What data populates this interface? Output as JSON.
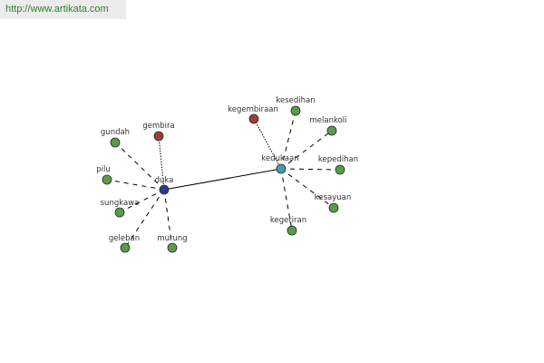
{
  "watermark": {
    "url": "http://www.artikata.com"
  },
  "colors": {
    "hub_primary": "#2e3a8c",
    "hub_secondary": "#4a9aa5",
    "synonym": "#5a9a4a",
    "antonym": "#9a3f3f",
    "edge": "#000000"
  },
  "hubs": [
    {
      "id": "duka",
      "label": "duka",
      "kind": "hub_primary"
    },
    {
      "id": "kedukaan",
      "label": "kedukaan",
      "kind": "hub_secondary"
    }
  ],
  "nodes": [
    {
      "id": "gundah",
      "label": "gundah",
      "kind": "synonym",
      "hub": "duka"
    },
    {
      "id": "gembira",
      "label": "gembira",
      "kind": "antonym",
      "hub": "duka"
    },
    {
      "id": "pilu",
      "label": "pilu",
      "kind": "synonym",
      "hub": "duka"
    },
    {
      "id": "sungkawa",
      "label": "sungkawa",
      "kind": "synonym",
      "hub": "duka"
    },
    {
      "id": "geleban",
      "label": "geleban",
      "kind": "synonym",
      "hub": "duka"
    },
    {
      "id": "murung",
      "label": "murung",
      "kind": "synonym",
      "hub": "duka"
    },
    {
      "id": "kesedihan",
      "label": "kesedihan",
      "kind": "synonym",
      "hub": "kedukaan"
    },
    {
      "id": "kegembiraan",
      "label": "kegembiraan",
      "kind": "antonym",
      "hub": "kedukaan"
    },
    {
      "id": "melankoli",
      "label": "melankoli",
      "kind": "synonym",
      "hub": "kedukaan"
    },
    {
      "id": "kepedihan",
      "label": "kepedihan",
      "kind": "synonym",
      "hub": "kedukaan"
    },
    {
      "id": "kesayuan",
      "label": "kesayuan",
      "kind": "synonym",
      "hub": "kedukaan"
    },
    {
      "id": "kegetiran",
      "label": "kegetiran",
      "kind": "synonym",
      "hub": "kedukaan"
    }
  ],
  "hub_link": {
    "from": "duka",
    "to": "kedukaan"
  }
}
